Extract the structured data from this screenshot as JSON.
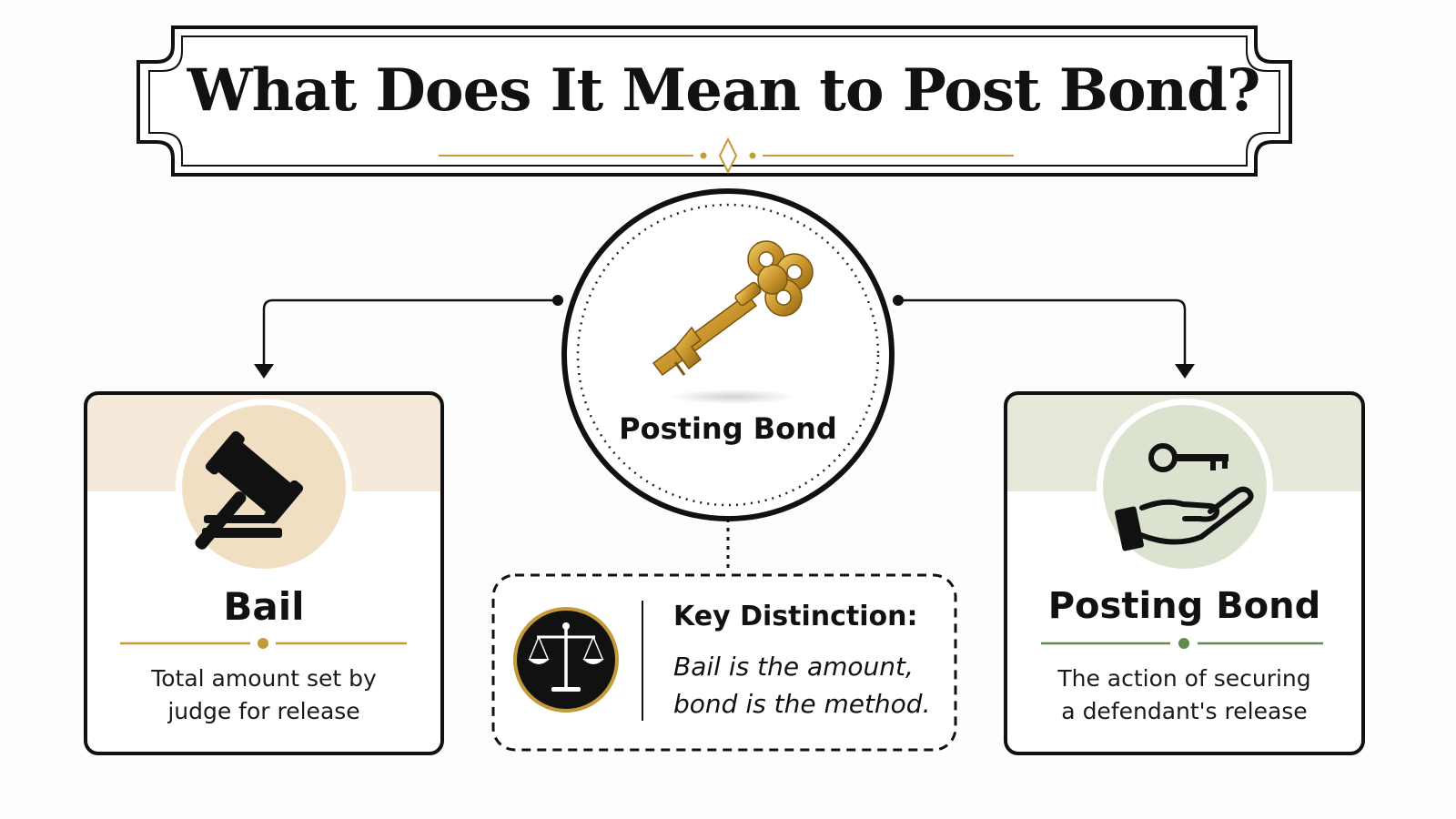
{
  "title": "What Does It Mean to Post Bond?",
  "center": {
    "label": "Posting Bond",
    "icon": "golden-key-icon"
  },
  "left_card": {
    "title": "Bail",
    "description_line1": "Total amount set by",
    "description_line2": "judge for release",
    "icon": "gavel-icon",
    "accent": "#c49a3a",
    "tint": "#f5e9d9"
  },
  "right_card": {
    "title": "Posting Bond",
    "description_line1": "The action of securing",
    "description_line2": "a defendant's release",
    "icon": "hand-with-key-icon",
    "accent": "#5f8a4e",
    "tint": "#dfe5d3"
  },
  "distinction": {
    "heading": "Key Distinction:",
    "line1": "Bail is the amount,",
    "line2": "bond is the method.",
    "icon": "scales-of-justice-icon"
  },
  "colors": {
    "gold": "#c49a3a",
    "green": "#5f8a4e",
    "ink": "#111111"
  }
}
